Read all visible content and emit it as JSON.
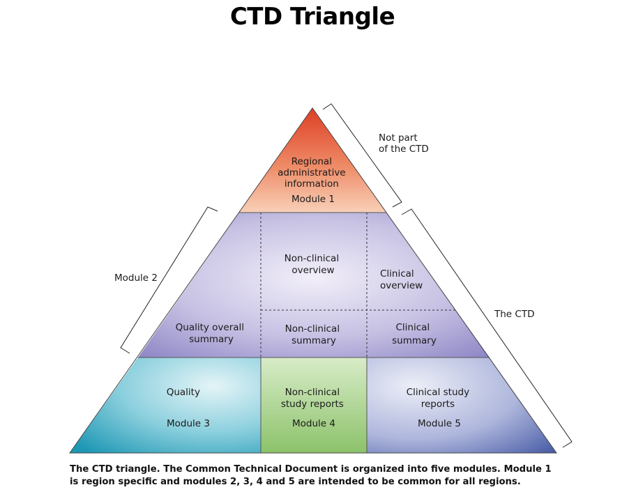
{
  "title": "CTD Triangle",
  "sections": {
    "module1": {
      "lines": [
        "Regional",
        "administrative",
        "information"
      ],
      "module": "Module 1"
    },
    "nonclinical_overview": [
      "Non-clinical",
      "overview"
    ],
    "clinical_overview": [
      "Clinical",
      "overview"
    ],
    "quality_overall_summary": [
      "Quality overall",
      "summary"
    ],
    "nonclinical_summary": [
      "Non-clinical",
      "summary"
    ],
    "clinical_summary": [
      "Clinical",
      "summary"
    ],
    "module3": {
      "lines": [
        "Quality"
      ],
      "module": "Module 3"
    },
    "module4": {
      "lines": [
        "Non-clinical",
        "study reports"
      ],
      "module": "Module 4"
    },
    "module5": {
      "lines": [
        "Clinical study",
        "reports"
      ],
      "module": "Module 5"
    }
  },
  "brackets": {
    "not_part": [
      "Not part",
      "of the CTD"
    ],
    "module2": "Module 2",
    "the_ctd": "The CTD"
  },
  "caption": [
    "The CTD triangle. The Common Technical Document is organized into five modules. Module 1",
    "is region specific and modules 2, 3, 4 and 5 are intended to be common for all regions."
  ],
  "colors": {
    "module1_top": "#e04a2c",
    "module1_bottom": "#f7c4a8",
    "module2_light": "#ece8f6",
    "module2_dark": "#8a82c4",
    "module3_light": "#c9eaf0",
    "module3_dark": "#1a9cb8",
    "module4": "#a9d08a",
    "module5_light": "#d9dcef",
    "module5_dark": "#4a5fa8"
  }
}
